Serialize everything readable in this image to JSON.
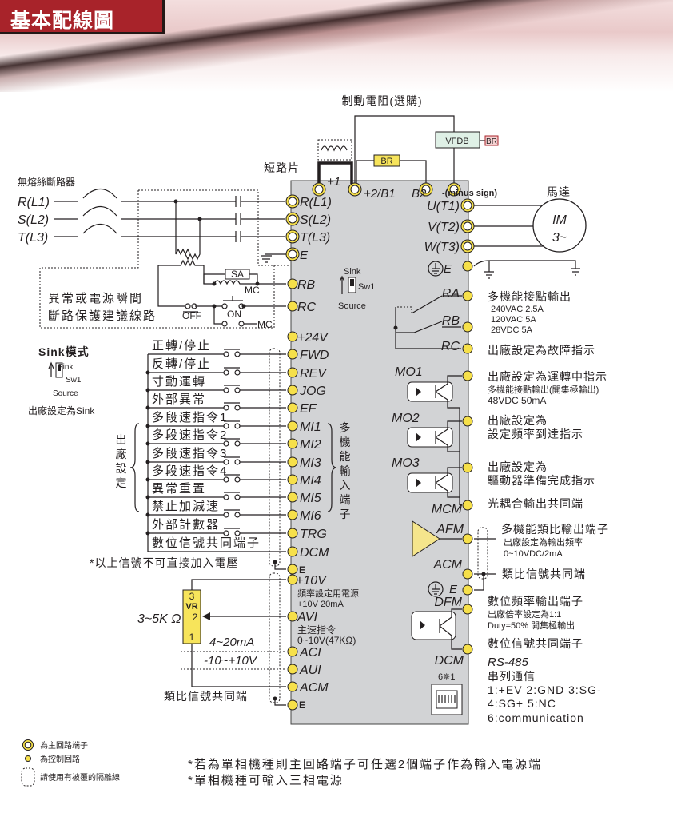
{
  "header": {
    "title": "基本配線圖"
  },
  "brake": {
    "label": "制動電阻(選購)",
    "vfdb": "VFDB",
    "br_small": "BR",
    "br": "BR",
    "short_bar": "短路片"
  },
  "top_terminals": [
    "+1",
    "+2/B1",
    "B2",
    "-(minus sign)"
  ],
  "power_in": {
    "breaker": "無熔絲斷路器",
    "lines": [
      "R(L1)",
      "S(L2)",
      "T(L3)"
    ]
  },
  "main_left": [
    "R(L1)",
    "S(L2)",
    "T(L3)",
    "E"
  ],
  "motor": {
    "label": "馬達",
    "im": "IM",
    "phase": "3~"
  },
  "motor_terminals": [
    "U(T1)",
    "V(T2)",
    "W(T3)",
    "E"
  ],
  "protection": {
    "sa": "SA",
    "mc1": "MC",
    "off": "OFF",
    "on": "ON",
    "mc2": "MC",
    "note1": "異常或電源瞬間",
    "note2": "斷路保護建議線路",
    "rb": "RB",
    "rc": "RC"
  },
  "sw1_inner": {
    "sink": "Sink",
    "sw": "Sw1",
    "source": "Source"
  },
  "sink_mode": {
    "title": "Sink模式",
    "sink": "Sink",
    "sw": "Sw1",
    "source": "Source",
    "default": "出廠設定為Sink"
  },
  "digital_inputs": [
    {
      "label": "正轉/停止",
      "terminal": "FWD"
    },
    {
      "label": "反轉/停止",
      "terminal": "REV"
    },
    {
      "label": "寸動運轉",
      "terminal": "JOG"
    },
    {
      "label": "外部異常",
      "terminal": "EF"
    },
    {
      "label": "多段速指令1",
      "terminal": "MI1"
    },
    {
      "label": "多段速指令2",
      "terminal": "MI2"
    },
    {
      "label": "多段速指令3",
      "terminal": "MI3"
    },
    {
      "label": "多段速指令4",
      "terminal": "MI4"
    },
    {
      "label": "異常重置",
      "terminal": "MI5"
    },
    {
      "label": "禁止加減速",
      "terminal": "MI6"
    },
    {
      "label": "外部計數器",
      "terminal": "TRG"
    },
    {
      "label": "數位信號共同端子",
      "terminal": "DCM"
    }
  ],
  "p24v": "+24V",
  "e_left": "E",
  "factory_setting": "出廠設定",
  "multi_input": "多機能輸入端子",
  "no_voltage_note": "*以上信號不可直接加入電壓",
  "analog_in": {
    "p10v": "+10V",
    "p10v_desc1": "頻率設定用電源",
    "p10v_desc2": "+10V 20mA",
    "avi": "AVI",
    "avi_desc1": "主速指令",
    "avi_desc2": "0~10V(47KΩ)",
    "aci": "ACI",
    "aui": "AUI",
    "acm": "ACM",
    "e": "E",
    "vr3": "3",
    "vr": "VR",
    "vr2": "2",
    "vr1": "1",
    "vr_value": "3~5K Ω",
    "aci_range": "4~20mA",
    "aui_range": "-10~+10V",
    "common": "類比信號共同端"
  },
  "relay": {
    "ra": "RA",
    "rb": "RB",
    "rc": "RC",
    "desc1": "多機能接點輸出",
    "spec1": "240VAC 2.5A",
    "spec2": "120VAC 5A",
    "spec3": "28VDC 5A",
    "fault": "出廠設定為故障指示"
  },
  "mo": {
    "mo1": "MO1",
    "mo2": "MO2",
    "mo3": "MO3",
    "mcm": "MCM",
    "mo1_desc": "出廠設定為運轉中指示",
    "mo1_sub": "多機能接點輸出(開集極輸出)",
    "mo1_spec": "48VDC 50mA",
    "mo2_desc1": "出廠設定為",
    "mo2_desc2": "設定頻率到達指示",
    "mo3_desc1": "出廠設定為",
    "mo3_desc2": "驅動器準備完成指示",
    "mcm_desc": "光耦合輸出共同端"
  },
  "analog_out": {
    "afm": "AFM",
    "afm_desc": "多機能類比輸出端子",
    "afm_sub1": "出廠設定為輸出頻率",
    "afm_sub2": "0~10VDC/2mA",
    "acm": "ACM",
    "acm_desc": "類比信號共同端",
    "e": "E"
  },
  "digital_out": {
    "dfm": "DFM",
    "dfm_desc": "數位頻率輸出端子",
    "dfm_sub1": "出廠倍率設定為1:1",
    "dfm_sub2": "Duty=50% 開集極輸出",
    "dcm": "DCM",
    "dcm_desc": "數位信號共同端子"
  },
  "rs485": {
    "title": "RS-485",
    "desc": "串列通信",
    "pins1": "1:+EV  2:GND  3:SG-",
    "pins2": "4:SG+  5:NC",
    "pins3": "6:communication",
    "pin_arrow": "6✵1"
  },
  "legend": {
    "main": "為主回路端子",
    "control": "為控制回路",
    "shield": "請使用有被覆的隔離線"
  },
  "footnotes": [
    "*若為單相機種則主回路端子可任選2個端子作為輸入電源端",
    "*單相機種可輸入三相電源"
  ],
  "colors": {
    "terminal": "#f6e04a",
    "box": "#d2d3d5",
    "header": "#a8232a",
    "vfdb": "#dff0e6",
    "br": "#f7e45b"
  }
}
